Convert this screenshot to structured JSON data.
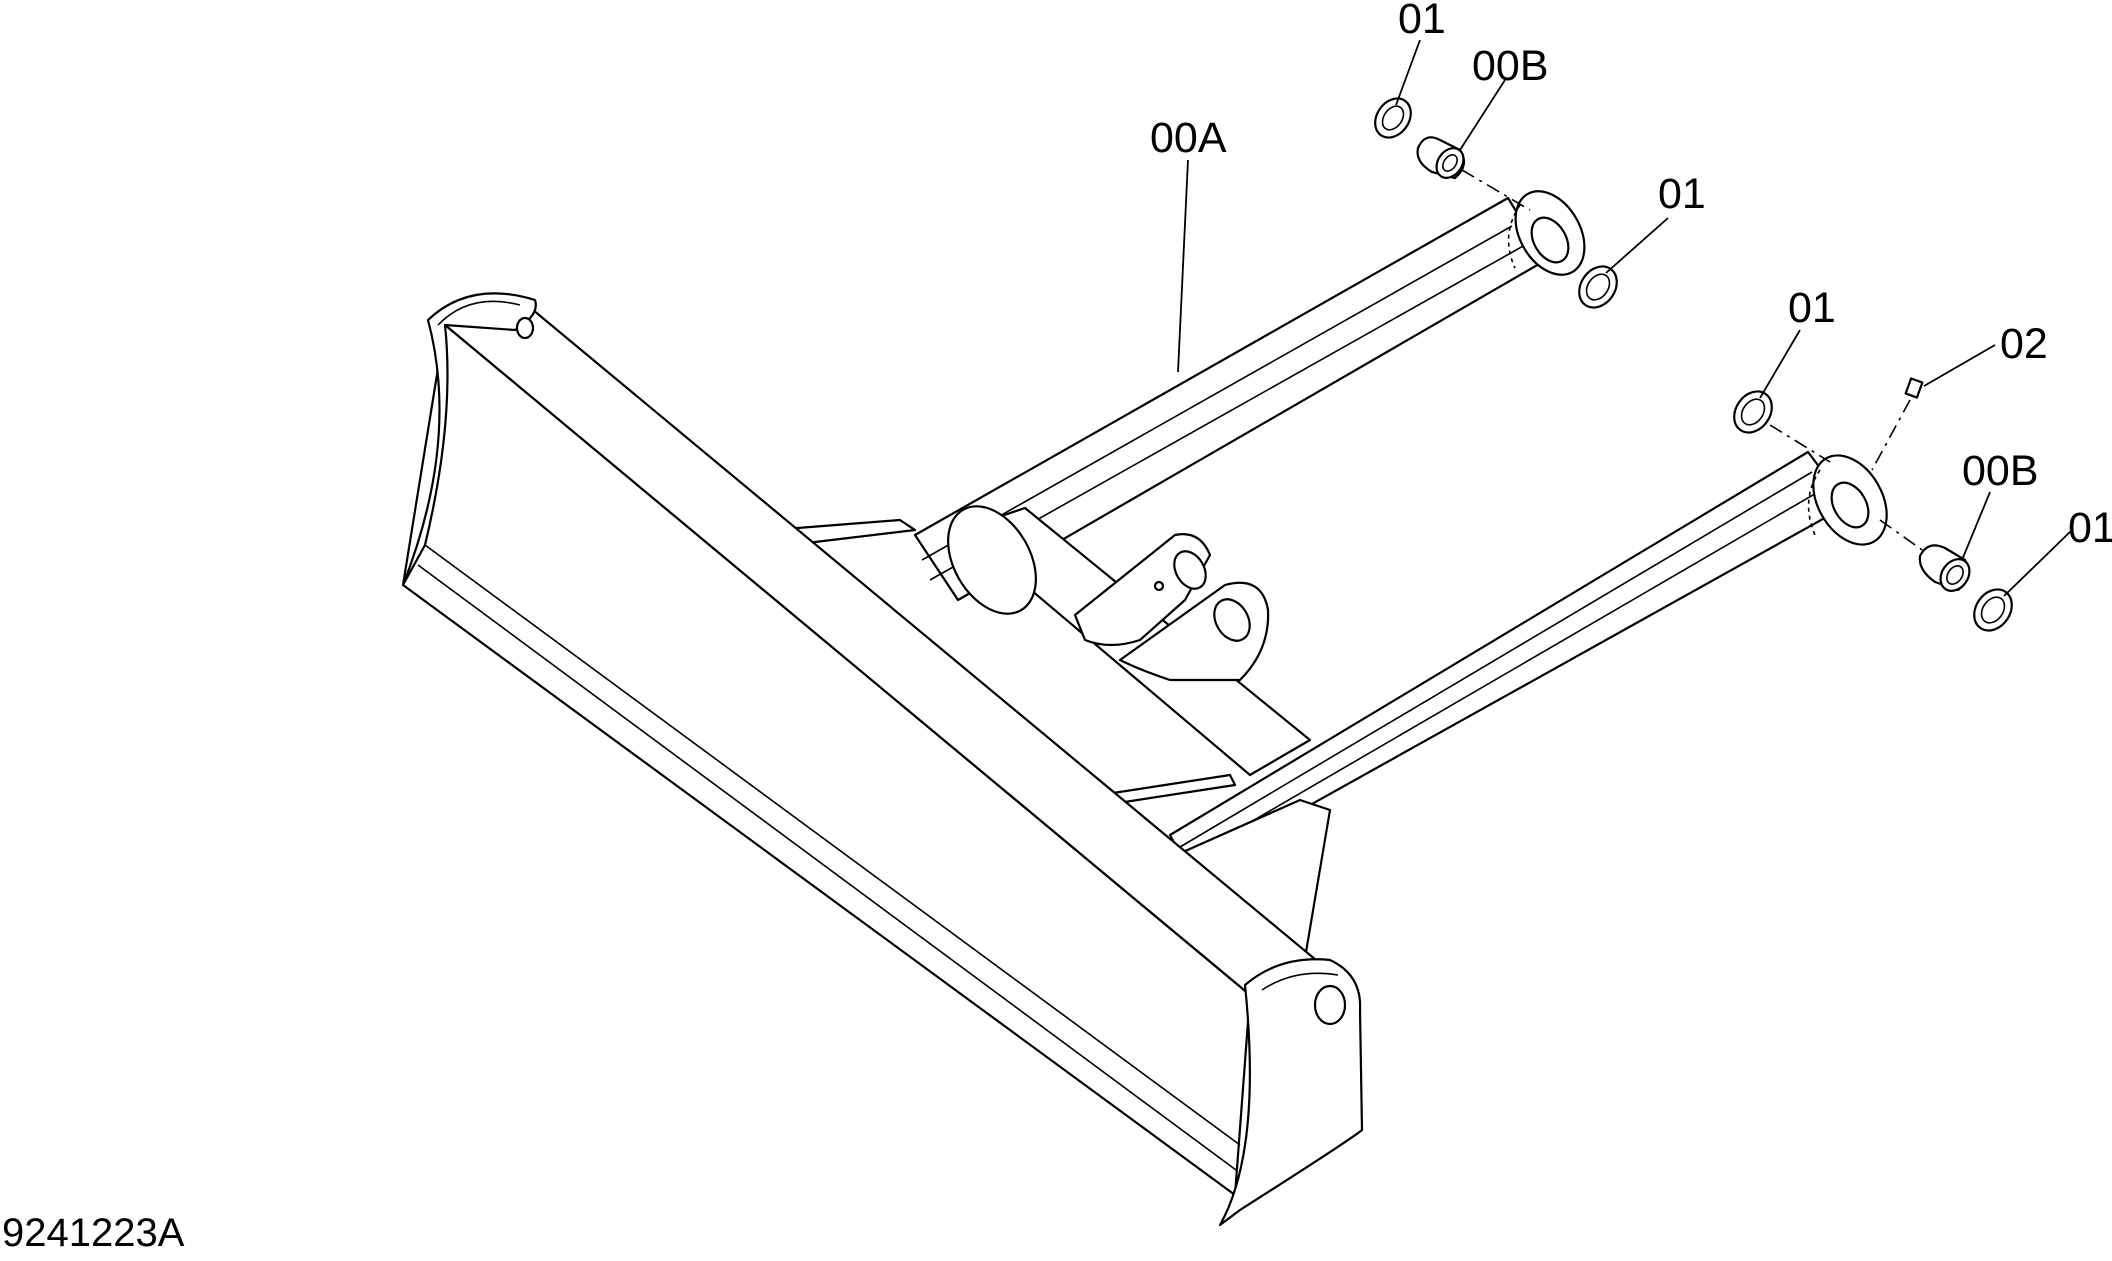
{
  "drawing_number": "9241223A",
  "callouts": {
    "washer_top": "01",
    "bushing_top": "00B",
    "frame": "00A",
    "washer_upper_right": "01",
    "washer_lower_left": "01",
    "grease_fitting": "02",
    "bushing_lower": "00B",
    "washer_lower_right": "01"
  },
  "line_color": "#000000",
  "background_color": "#ffffff"
}
